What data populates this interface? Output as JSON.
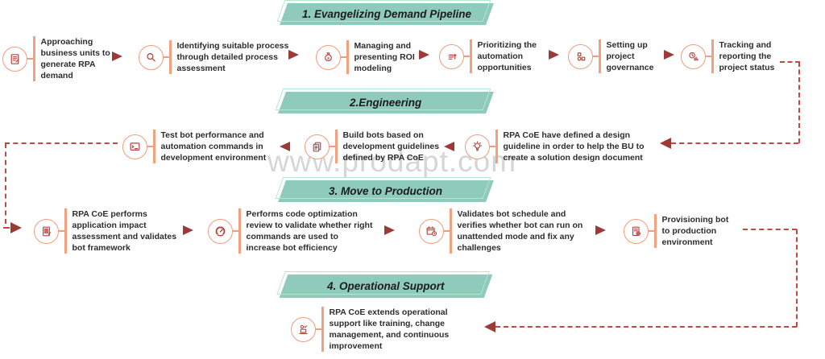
{
  "watermark": "www.prodapt.com",
  "colors": {
    "banner_fill": "#8fcbbd",
    "banner_outline": "#b5e8c6",
    "solid_arrow": "#9c3a38",
    "dashed_line": "#c2493f",
    "icon_ring": "#f19c7b",
    "icon_glyph": "#b4453e",
    "step_text": "#2d2d2d",
    "watermark_color": "#d6d6d6"
  },
  "phases": [
    {
      "title": "1. Evangelizing Demand Pipeline",
      "flow": "left-to-right",
      "steps": [
        {
          "icon": "clipboard-icon",
          "label": "Approaching business units to generate RPA demand"
        },
        {
          "icon": "magnifier-icon",
          "label": "Identifying suitable process through detailed process assessment"
        },
        {
          "icon": "moneybag-icon",
          "label": "Managing and presenting ROI modeling"
        },
        {
          "icon": "priority-list-icon",
          "label": "Prioritizing the automation opportunities"
        },
        {
          "icon": "governance-blocks-icon",
          "label": "Setting up project governance"
        },
        {
          "icon": "tracking-report-icon",
          "label": "Tracking and reporting the project status"
        }
      ]
    },
    {
      "title": "2.Engineering",
      "flow": "right-to-left",
      "steps": [
        {
          "icon": "bulb-icon",
          "label": "RPA CoE have defined a design guideline in order to help the BU to create a solution design document"
        },
        {
          "icon": "documents-icon",
          "label": "Build bots based on development guidelines defined by RPA CoE"
        },
        {
          "icon": "terminal-icon",
          "label": "Test bot performance and automation commands in development environment"
        }
      ]
    },
    {
      "title": "3. Move to Production",
      "flow": "left-to-right",
      "steps": [
        {
          "icon": "assessment-doc-icon",
          "label": "RPA CoE performs application impact assessment and validates bot framework"
        },
        {
          "icon": "gauge-icon",
          "label": "Performs code optimization review to validate whether right commands are used to increase bot efficiency"
        },
        {
          "icon": "calendar-clock-icon",
          "label": "Validates bot schedule and verifies whether bot can run on unattended mode and fix any challenges"
        },
        {
          "icon": "provisioning-icon",
          "label": "Provisioning bot to production environment"
        }
      ]
    },
    {
      "title": "4. Operational Support",
      "flow": "left-to-right",
      "steps": [
        {
          "icon": "support-laptop-icon",
          "label": "RPA CoE extends operational support like training, change management, and continuous improvement"
        }
      ]
    }
  ]
}
